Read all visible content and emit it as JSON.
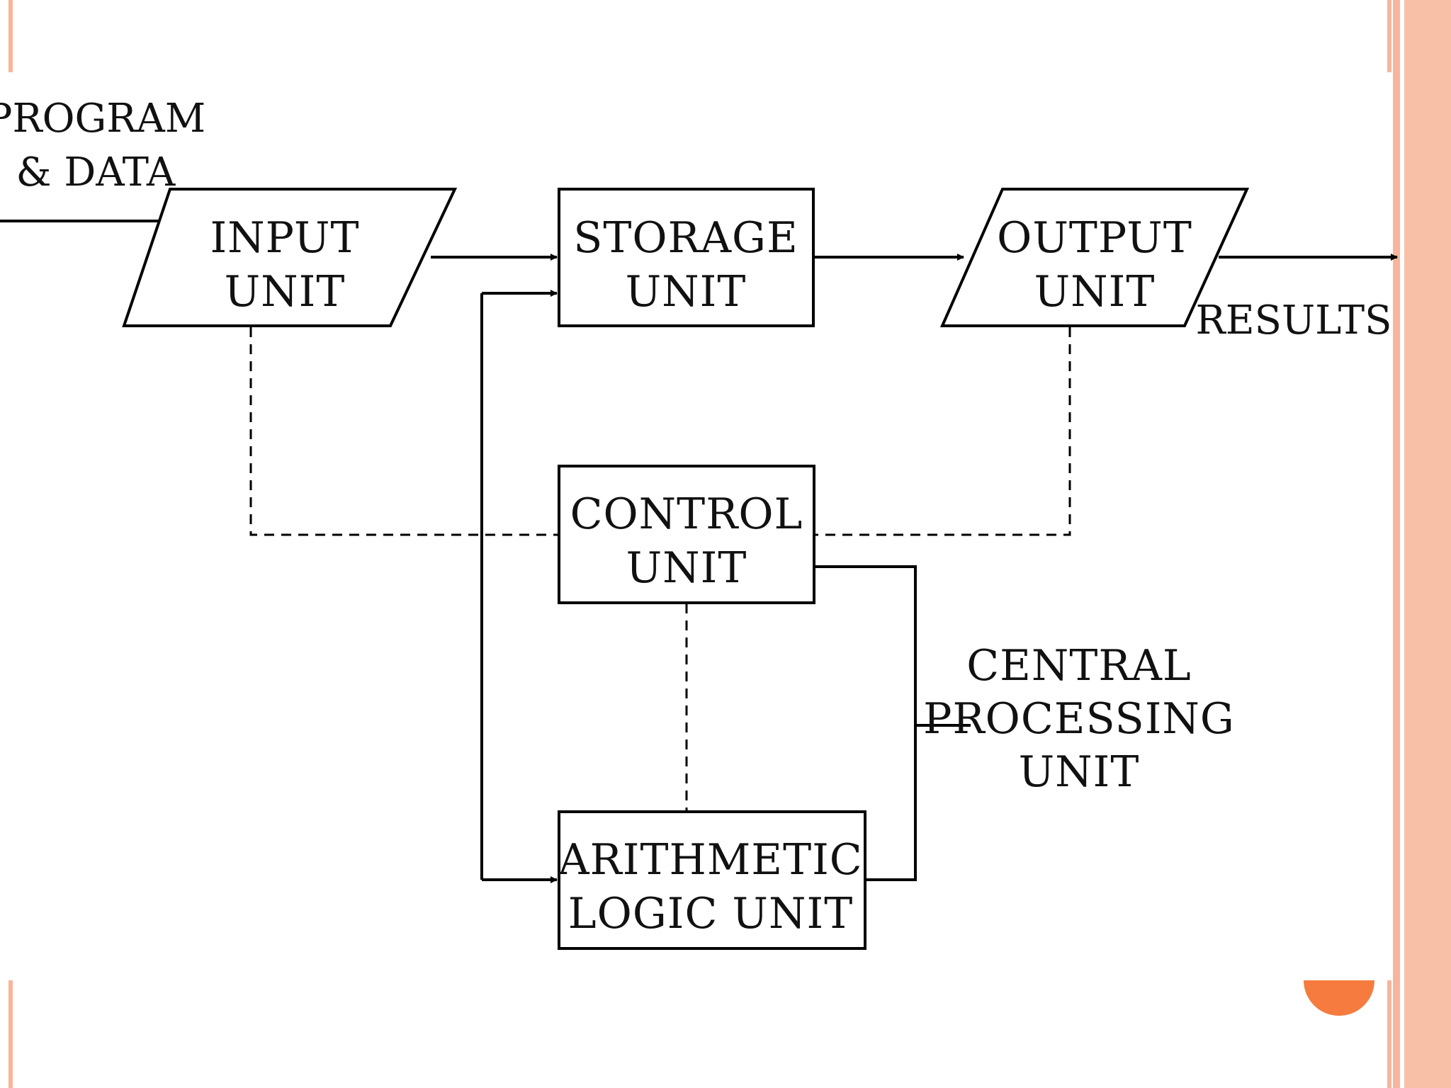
{
  "colors": {
    "line": "#000000",
    "accent_strip": "#f9c0a8",
    "accent_thin": "#f7b59b",
    "accent_dot": "#f57c3e"
  },
  "labels": {
    "program_data": {
      "line1": "PROGRAM",
      "line2": "& DATA"
    },
    "results": "RESULTS",
    "cpu": {
      "line1": "CENTRAL",
      "line2": "PROCESSING",
      "line3": "UNIT"
    }
  },
  "units": {
    "input": {
      "line1": "INPUT",
      "line2": "UNIT"
    },
    "storage": {
      "line1": "STORAGE",
      "line2": "UNIT"
    },
    "output": {
      "line1": "OUTPUT",
      "line2": "UNIT"
    },
    "control": {
      "line1": "CONTROL",
      "line2": "UNIT"
    },
    "alu": {
      "line1": "ARITHMETIC",
      "line2": "LOGIC UNIT"
    }
  }
}
